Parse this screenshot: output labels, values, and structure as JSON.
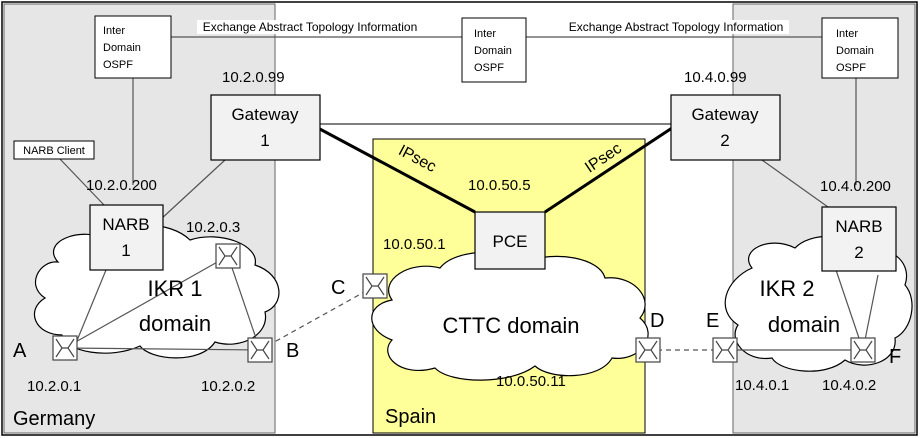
{
  "labels": {
    "exchange_left": "Exchange Abstract Topology Information",
    "exchange_right": "Exchange Abstract Topology Information",
    "ospf_left": [
      "Inter",
      "Domain",
      "OSPF"
    ],
    "ospf_mid": [
      "Inter",
      "Domain",
      "OSPF"
    ],
    "ospf_right": [
      "Inter",
      "Domain",
      "OSPF"
    ],
    "narb_client": "NARB Client",
    "gw1_ip": "10.2.0.99",
    "gw2_ip": "10.4.0.99",
    "gw1": [
      "Gateway",
      "1"
    ],
    "gw2": [
      "Gateway",
      "2"
    ],
    "narb1": [
      "NARB",
      "1"
    ],
    "narb2": [
      "NARB",
      "2"
    ],
    "narb1_ip": "10.2.0.200",
    "narb2_ip": "10.4.0.200",
    "ipsec_left": "IPsec",
    "ipsec_right": "IPsec",
    "pce": "PCE",
    "pce_ip": "10.0.50.5",
    "c_ip": "10.0.50.1",
    "d_ip": "10.0.50.11",
    "ikr1_domain": [
      "IKR 1",
      "domain"
    ],
    "ikr2_domain": [
      "IKR 2",
      "domain"
    ],
    "cttc_domain": "CTTC domain",
    "sw_top_ip": "10.2.0.3",
    "a_ip": "10.2.0.1",
    "b_ip": "10.2.0.2",
    "e_ip": "10.4.0.1",
    "f_ip": "10.4.0.2",
    "letter_a": "A",
    "letter_b": "B",
    "letter_c": "C",
    "letter_d": "D",
    "letter_e": "E",
    "letter_f": "F",
    "region_germany": "Germany",
    "region_spain": "Spain"
  },
  "colors": {
    "region_gray": "#e6e6e6",
    "spain_yellow": "#ffff99",
    "box_fill": "#f2f2f2",
    "stroke": "#000000"
  }
}
